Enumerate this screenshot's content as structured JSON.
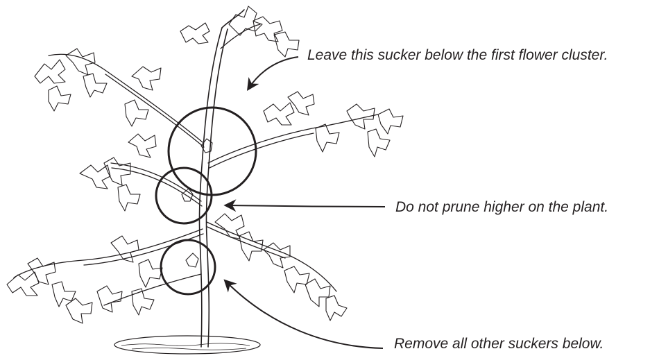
{
  "callouts": {
    "leave_sucker": "Leave this sucker below the first flower cluster.",
    "do_not_prune": "Do not prune higher on the plant.",
    "remove_suckers": "Remove all other suckers below."
  },
  "colors": {
    "ink": "#231f20",
    "background": "#ffffff"
  },
  "icons": [
    "arrow-icon",
    "circle-marker",
    "tomato-plant-illustration"
  ]
}
